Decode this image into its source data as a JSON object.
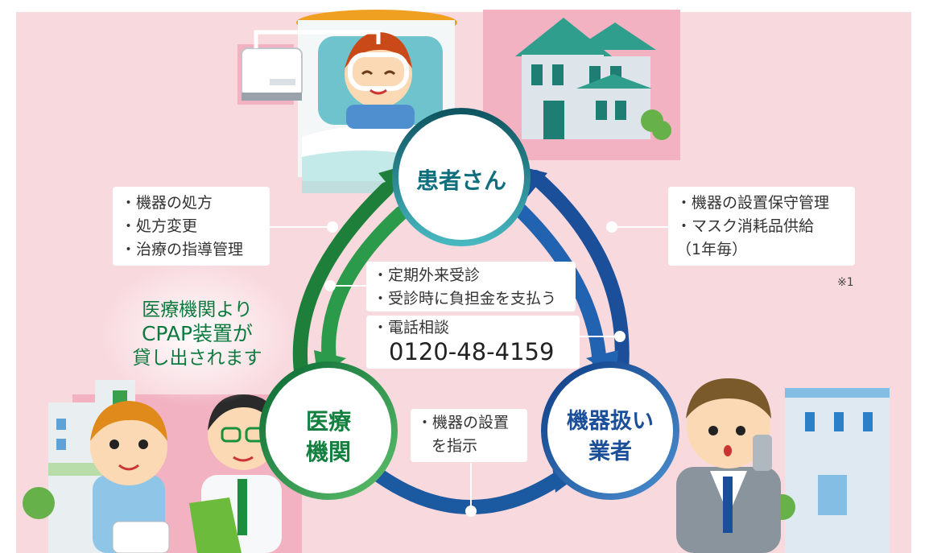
{
  "nodes": {
    "patient": {
      "label": "患者さん"
    },
    "hospital": {
      "label": "医療機関"
    },
    "supplier": {
      "label": "機器扱い業者"
    }
  },
  "boxes": {
    "hospital_to_patient": [
      "・機器の処方",
      "・処方変更",
      "・治療の指導管理"
    ],
    "supplier_to_patient": [
      "・機器の設置保守管理",
      "・マスク消耗品供給",
      "（1年毎）"
    ],
    "patient_to_hospital": [
      "・定期外来受診",
      "・受診時に負担金を支払う"
    ],
    "patient_to_supplier_title": "・電話相談",
    "patient_to_supplier_phone": "0120-48-4159",
    "hospital_to_supplier": [
      "・機器の設置",
      "を指示"
    ]
  },
  "footnote": "※1",
  "callout": [
    "医療機関より",
    "CPAP装置が",
    "貸し出されます"
  ],
  "colors": {
    "background_pink": "#f8d9de",
    "patient_ring": "#1a7a8a",
    "hospital_ring": "#13803f",
    "supplier_ring": "#1b4f9a",
    "callout_text": "#0c7a3e"
  }
}
